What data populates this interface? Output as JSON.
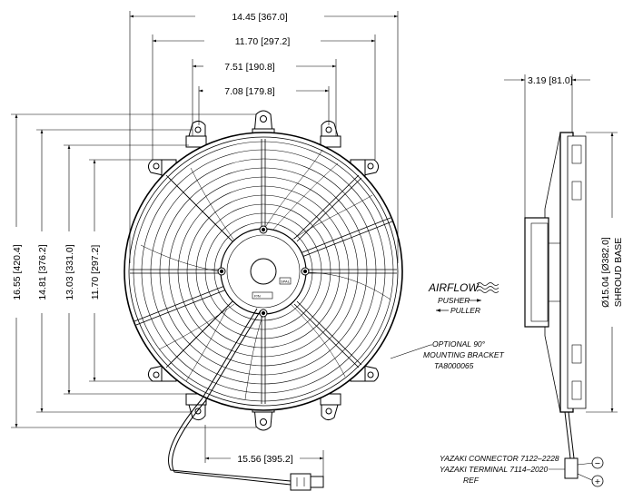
{
  "dimensions": {
    "overall_width": "14.45 [367.0]",
    "bracket_span": "11.70 [297.2]",
    "upper_tab_span": "7.51 [190.8]",
    "inner_tab_span": "7.08 [179.8]",
    "overall_height": "16.55 [420.4]",
    "height_2": "14.81 [376.2]",
    "height_3": "13.03 [331.0]",
    "height_4": "11.70 [297.2]",
    "depth": "3.19 [81.0]",
    "shroud_diameter": "Ø15.04 [Ø382.0]",
    "shroud_label": "SHROUD BASE",
    "lead_length": "15.56 [395.2]"
  },
  "airflow": {
    "title": "AIRFLOW",
    "pusher": "PUSHER",
    "puller": "PULLER"
  },
  "notes": {
    "bracket_line1": "OPTIONAL 90°",
    "bracket_line2": "MOUNTING BRACKET",
    "bracket_line3": "TA8000065",
    "connector_line1": "YAZAKI CONNECTOR 7122–2228",
    "connector_line2": "YAZAKI TERMINAL 7114–2020",
    "connector_line3": "REF"
  },
  "symbols": {
    "negative": "−",
    "positive": "+"
  },
  "hub": {
    "plate_label": "P/N",
    "brand": "SPAL"
  }
}
